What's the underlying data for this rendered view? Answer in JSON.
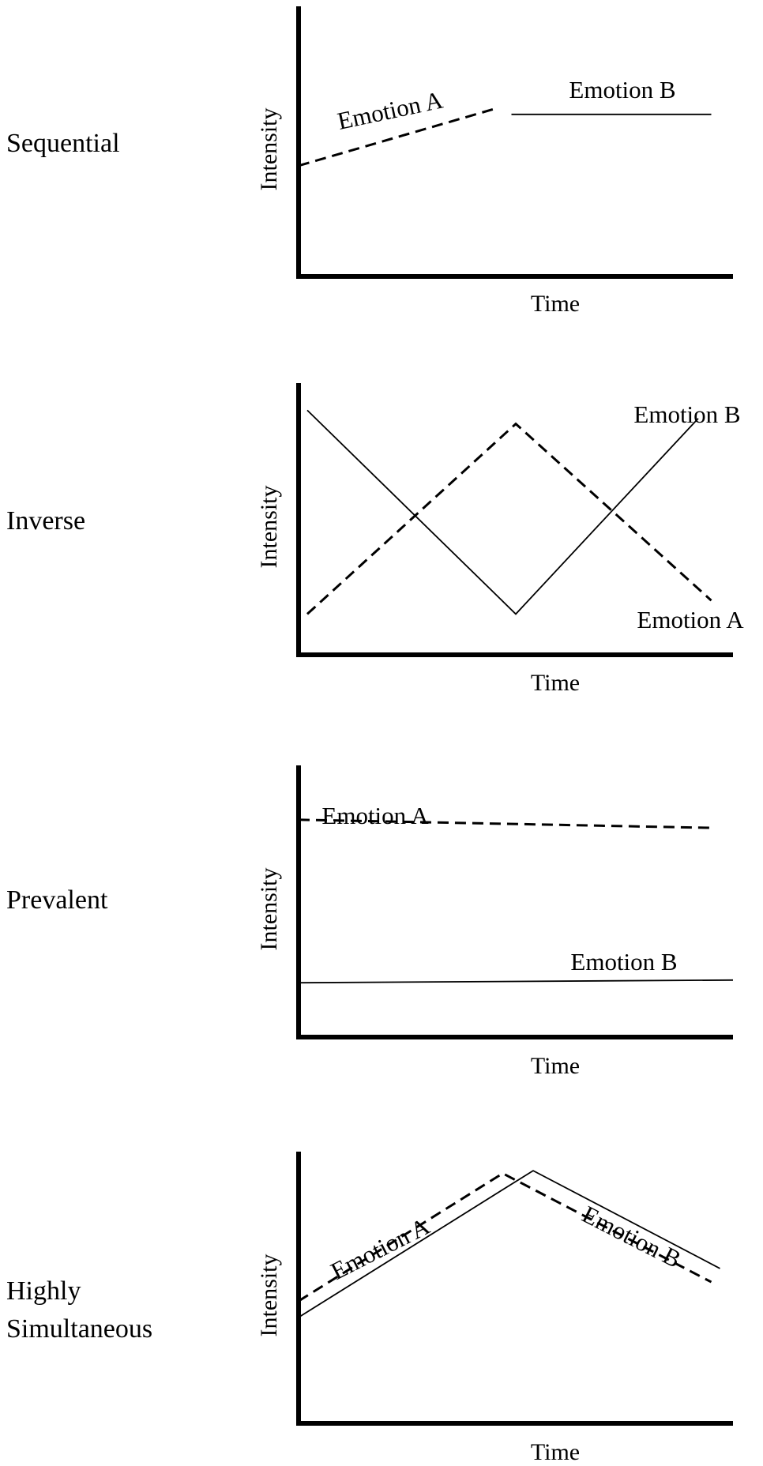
{
  "chart_data": [
    {
      "type": "line",
      "title": "Sequential",
      "xlabel": "Time",
      "ylabel": "Intensity",
      "xlim": [
        0,
        1
      ],
      "ylim": [
        0,
        1
      ],
      "series": [
        {
          "name": "Emotion A",
          "style": "dashed",
          "x": [
            0,
            0.45
          ],
          "y": [
            0.41,
            0.62
          ]
        },
        {
          "name": "Emotion B",
          "style": "solid",
          "x": [
            0.49,
            0.95
          ],
          "y": [
            0.6,
            0.6
          ]
        }
      ]
    },
    {
      "type": "line",
      "title": "Inverse",
      "xlabel": "Time",
      "ylabel": "Intensity",
      "xlim": [
        0,
        1
      ],
      "ylim": [
        0,
        1
      ],
      "series": [
        {
          "name": "Emotion A",
          "style": "dashed",
          "x": [
            0.02,
            0.5,
            0.95
          ],
          "y": [
            0.15,
            0.85,
            0.2
          ]
        },
        {
          "name": "Emotion B",
          "style": "solid",
          "x": [
            0.02,
            0.5,
            0.92
          ],
          "y": [
            0.9,
            0.15,
            0.87
          ]
        }
      ]
    },
    {
      "type": "line",
      "title": "Prevalent",
      "xlabel": "Time",
      "ylabel": "Intensity",
      "xlim": [
        0,
        1
      ],
      "ylim": [
        0,
        1
      ],
      "series": [
        {
          "name": "Emotion A",
          "style": "dashed",
          "x": [
            0,
            0.95
          ],
          "y": [
            0.8,
            0.77
          ]
        },
        {
          "name": "Emotion B",
          "style": "solid",
          "x": [
            0,
            1
          ],
          "y": [
            0.2,
            0.21
          ]
        }
      ]
    },
    {
      "type": "line",
      "title": "Highly Simultaneous",
      "xlabel": "Time",
      "ylabel": "Intensity",
      "xlim": [
        0,
        1
      ],
      "ylim": [
        0,
        1
      ],
      "series": [
        {
          "name": "Emotion A",
          "style": "dashed",
          "x": [
            0,
            0.47,
            0.95
          ],
          "y": [
            0.45,
            0.92,
            0.52
          ]
        },
        {
          "name": "Emotion B",
          "style": "solid",
          "x": [
            0,
            0.54,
            0.97
          ],
          "y": [
            0.39,
            0.93,
            0.57
          ]
        }
      ]
    }
  ]
}
